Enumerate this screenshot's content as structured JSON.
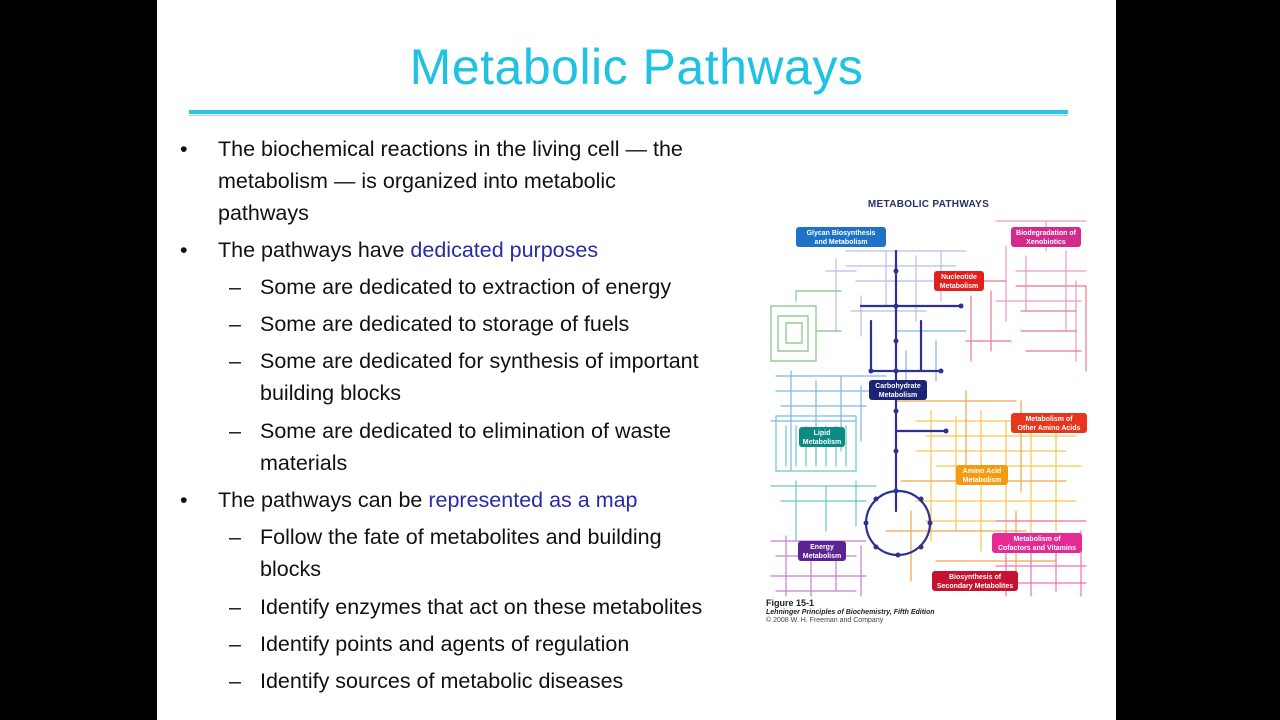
{
  "slide": {
    "title": "Metabolic Pathways",
    "accent_color": "#1fc2e2",
    "highlight_color": "#2a2aa8"
  },
  "bullets": {
    "b1_line1": "The biochemical reactions in the living cell — the",
    "b1_line2": "metabolism — is organized into metabolic",
    "b1_line3": "pathways",
    "b2_pre": "The pathways have ",
    "b2_hl": "dedicated purposes",
    "s1": "Some are dedicated to extraction of energy",
    "s2": "Some are dedicated to storage of fuels",
    "s3_line1": "Some are dedicated for synthesis of important",
    "s3_line2": "building blocks",
    "s4_line1": "Some are dedicated to elimination of waste",
    "s4_line2": "materials",
    "b3_pre": "The pathways can be ",
    "b3_hl": "represented as a map",
    "s5_line1": "Follow the fate of metabolites and building",
    "s5_line2": "blocks",
    "s6": "Identify enzymes that act on these metabolites",
    "s7": "Identify points and agents of regulation",
    "s8": "Identify sources of metabolic diseases",
    "bullet_glyph": "•",
    "dash_glyph": "–"
  },
  "figure": {
    "title": "METABOLIC PATHWAYS",
    "labels": {
      "glycan_1": "Glycan Biosynthesis",
      "glycan_2": "and Metabolism",
      "xeno_1": "Biodegradation of",
      "xeno_2": "Xenobiotics",
      "nucl_1": "Nucleotide",
      "nucl_2": "Metabolism",
      "carb_1": "Carbohydrate",
      "carb_2": "Metabolism",
      "lipid_1": "Lipid",
      "lipid_2": "Metabolism",
      "other_1": "Metabolism of",
      "other_2": "Other Amino Acids",
      "amino_1": "Amino Acid",
      "amino_2": "Metabolism",
      "energy_1": "Energy",
      "energy_2": "Metabolism",
      "cof_1": "Metabolism of",
      "cof_2": "Cofactors and Vitamins",
      "sec_1": "Biosynthesis of",
      "sec_2": "Secondary Metabolites"
    },
    "caption": {
      "number": "Figure 15-1",
      "book": "Lehninger Principles of Biochemistry, Fifth Edition",
      "copyright": "© 2008 W. H. Freeman and Company"
    }
  }
}
